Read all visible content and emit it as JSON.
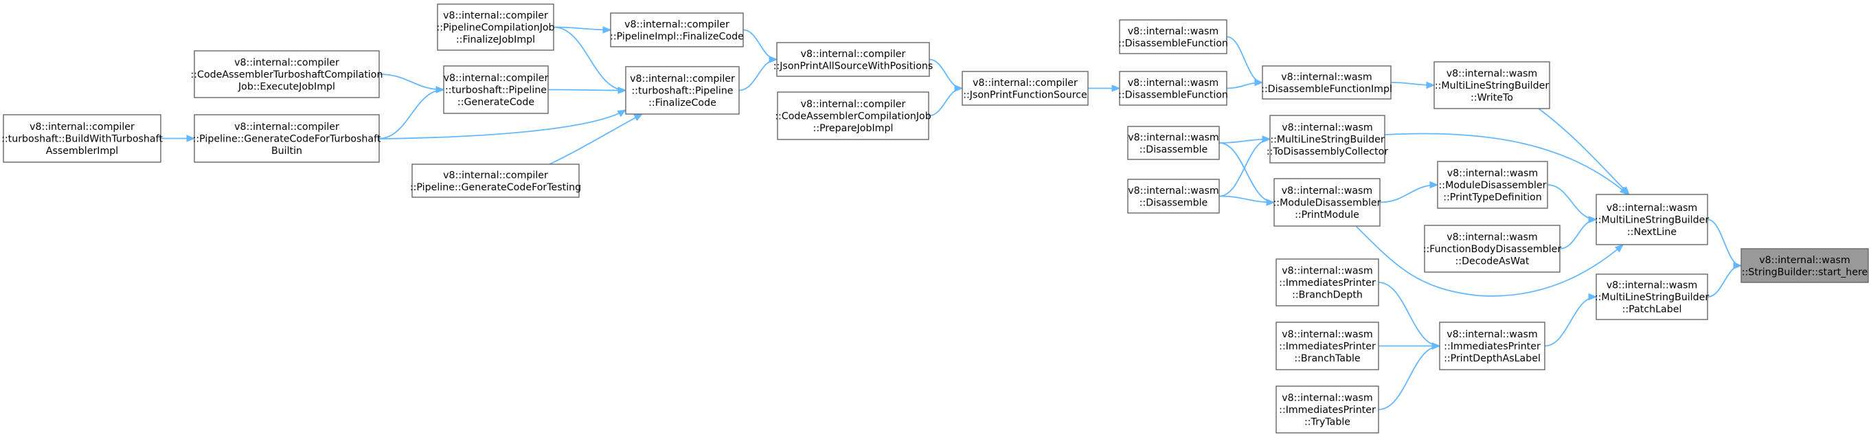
{
  "graph": {
    "nodes": {
      "n_start_here": {
        "lines": [
          "v8::internal::wasm",
          "::StringBuilder::start_here"
        ],
        "current": true
      },
      "n_nextline": {
        "lines": [
          "v8::internal::wasm",
          "::MultiLineStringBuilder",
          "::NextLine"
        ]
      },
      "n_patchlabel": {
        "lines": [
          "v8::internal::wasm",
          "::MultiLineStringBuilder",
          "::PatchLabel"
        ]
      },
      "n_writeto": {
        "lines": [
          "v8::internal::wasm",
          "::MultiLineStringBuilder",
          "::WriteTo"
        ]
      },
      "n_printtypedef": {
        "lines": [
          "v8::internal::wasm",
          "::ModuleDisassembler",
          "::PrintTypeDefinition"
        ]
      },
      "n_decodeaswat": {
        "lines": [
          "v8::internal::wasm",
          "::FunctionBodyDisassembler",
          "::DecodeAsWat"
        ]
      },
      "n_printdepth": {
        "lines": [
          "v8::internal::wasm",
          "::ImmediatesPrinter",
          "::PrintDepthAsLabel"
        ]
      },
      "n_disfnimpl": {
        "lines": [
          "v8::internal::wasm",
          "::DisassembleFunctionImpl"
        ]
      },
      "n_todiscollector": {
        "lines": [
          "v8::internal::wasm",
          "::MultiLineStringBuilder",
          "::ToDisassemblyCollector"
        ]
      },
      "n_printmodule": {
        "lines": [
          "v8::internal::wasm",
          "::ModuleDisassembler",
          "::PrintModule"
        ]
      },
      "n_branchdepth": {
        "lines": [
          "v8::internal::wasm",
          "::ImmediatesPrinter",
          "::BranchDepth"
        ]
      },
      "n_branchtable": {
        "lines": [
          "v8::internal::wasm",
          "::ImmediatesPrinter",
          "::BranchTable"
        ]
      },
      "n_trytable": {
        "lines": [
          "v8::internal::wasm",
          "::ImmediatesPrinter",
          "::TryTable"
        ]
      },
      "n_disfn_a": {
        "lines": [
          "v8::internal::wasm",
          "::DisassembleFunction"
        ]
      },
      "n_disfn_b": {
        "lines": [
          "v8::internal::wasm",
          "::DisassembleFunction"
        ]
      },
      "n_dis_a": {
        "lines": [
          "v8::internal::wasm",
          "::Disassemble"
        ]
      },
      "n_dis_b": {
        "lines": [
          "v8::internal::wasm",
          "::Disassemble"
        ]
      },
      "n_jsonprintfn": {
        "lines": [
          "v8::internal::compiler",
          "::JsonPrintFunctionSource"
        ]
      },
      "n_jsonprintall": {
        "lines": [
          "v8::internal::compiler",
          "::JsonPrintAllSourceWithPositions"
        ]
      },
      "n_preparejob": {
        "lines": [
          "v8::internal::compiler",
          "::CodeAssemblerCompilationJob",
          "::PrepareJobImpl"
        ]
      },
      "n_pipeimplfinal": {
        "lines": [
          "v8::internal::compiler",
          "::PipelineImpl::FinalizeCode"
        ]
      },
      "n_tsfinalize": {
        "lines": [
          "v8::internal::compiler",
          "::turboshaft::Pipeline",
          "::FinalizeCode"
        ]
      },
      "n_pcjfinal": {
        "lines": [
          "v8::internal::compiler",
          "::PipelineCompilationJob",
          "::FinalizeJobImpl"
        ]
      },
      "n_tsgenerate": {
        "lines": [
          "v8::internal::compiler",
          "::turboshaft::Pipeline",
          "::GenerateCode"
        ]
      },
      "n_gencodetesting": {
        "lines": [
          "v8::internal::compiler",
          "::Pipeline::GenerateCodeForTesting"
        ]
      },
      "n_catsexecute": {
        "lines": [
          "v8::internal::compiler",
          "::CodeAssemblerTurboshaftCompilation",
          "Job::ExecuteJobImpl"
        ]
      },
      "n_gencodetsbuiltin": {
        "lines": [
          "v8::internal::compiler",
          "::Pipeline::GenerateCodeForTurboshaft",
          "Builtin"
        ]
      },
      "n_buildwithts": {
        "lines": [
          "v8::internal::compiler",
          "::turboshaft::BuildWithTurboshaft",
          "AssemblerImpl"
        ]
      }
    },
    "edges": [
      [
        "n_nextline",
        "n_start_here"
      ],
      [
        "n_patchlabel",
        "n_start_here"
      ],
      [
        "n_writeto",
        "n_nextline"
      ],
      [
        "n_todiscollector",
        "n_nextline"
      ],
      [
        "n_printtypedef",
        "n_nextline"
      ],
      [
        "n_decodeaswat",
        "n_nextline"
      ],
      [
        "n_printmodule",
        "n_nextline"
      ],
      [
        "n_printdepth",
        "n_patchlabel"
      ],
      [
        "n_disfnimpl",
        "n_writeto"
      ],
      [
        "n_printmodule",
        "n_printtypedef"
      ],
      [
        "n_branchdepth",
        "n_printdepth"
      ],
      [
        "n_branchtable",
        "n_printdepth"
      ],
      [
        "n_trytable",
        "n_printdepth"
      ],
      [
        "n_disfn_a",
        "n_disfnimpl"
      ],
      [
        "n_disfn_b",
        "n_disfnimpl"
      ],
      [
        "n_dis_a",
        "n_todiscollector"
      ],
      [
        "n_dis_b",
        "n_todiscollector"
      ],
      [
        "n_dis_a",
        "n_printmodule"
      ],
      [
        "n_dis_b",
        "n_printmodule"
      ],
      [
        "n_jsonprintfn",
        "n_disfn_b"
      ],
      [
        "n_jsonprintall",
        "n_jsonprintfn"
      ],
      [
        "n_preparejob",
        "n_jsonprintfn"
      ],
      [
        "n_pipeimplfinal",
        "n_jsonprintall"
      ],
      [
        "n_tsfinalize",
        "n_jsonprintall"
      ],
      [
        "n_pcjfinal",
        "n_pipeimplfinal"
      ],
      [
        "n_pcjfinal",
        "n_tsfinalize"
      ],
      [
        "n_tsgenerate",
        "n_tsfinalize"
      ],
      [
        "n_gencodetsbuiltin",
        "n_tsfinalize"
      ],
      [
        "n_gencodetesting",
        "n_tsfinalize"
      ],
      [
        "n_catsexecute",
        "n_tsgenerate"
      ],
      [
        "n_gencodetsbuiltin",
        "n_tsgenerate"
      ],
      [
        "n_buildwithts",
        "n_gencodetsbuiltin"
      ]
    ]
  }
}
